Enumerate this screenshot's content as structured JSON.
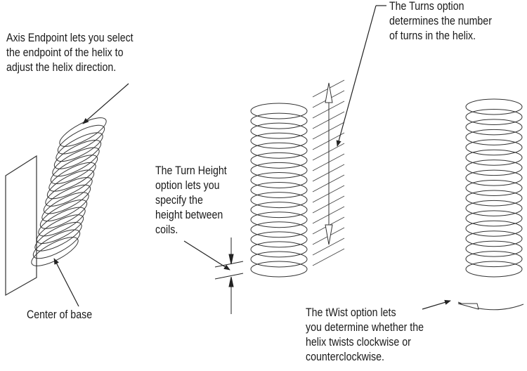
{
  "callouts": {
    "axis_endpoint": [
      "Axis Endpoint lets you select",
      "the endpoint of the helix to",
      "adjust the helix direction."
    ],
    "turns": [
      "The Turns option",
      "determines the number",
      "of turns in the helix."
    ],
    "turn_height": [
      "The Turn Height",
      "option lets you",
      "specify the",
      "height between",
      "coils."
    ],
    "center_of_base": [
      "Center of base"
    ],
    "twist": [
      "The tWist option lets",
      "you determine whether the",
      "helix twists clockwise or",
      "counterclockwise."
    ]
  },
  "colors": {
    "line": "#333333",
    "text": "#1a1a1a",
    "background": "#ffffff"
  }
}
